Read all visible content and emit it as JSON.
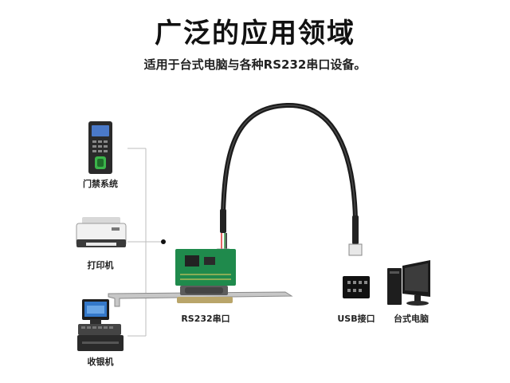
{
  "header": {
    "title": "广泛的应用领域",
    "subtitle": "适用于台式电脑与各种RS232串口设备。"
  },
  "devices": {
    "access_control": "门禁系统",
    "printer": "打印机",
    "cash_register": "收银机"
  },
  "ports": {
    "rs232": "RS232串口",
    "usb": "USB接口",
    "desktop": "台式电脑"
  }
}
